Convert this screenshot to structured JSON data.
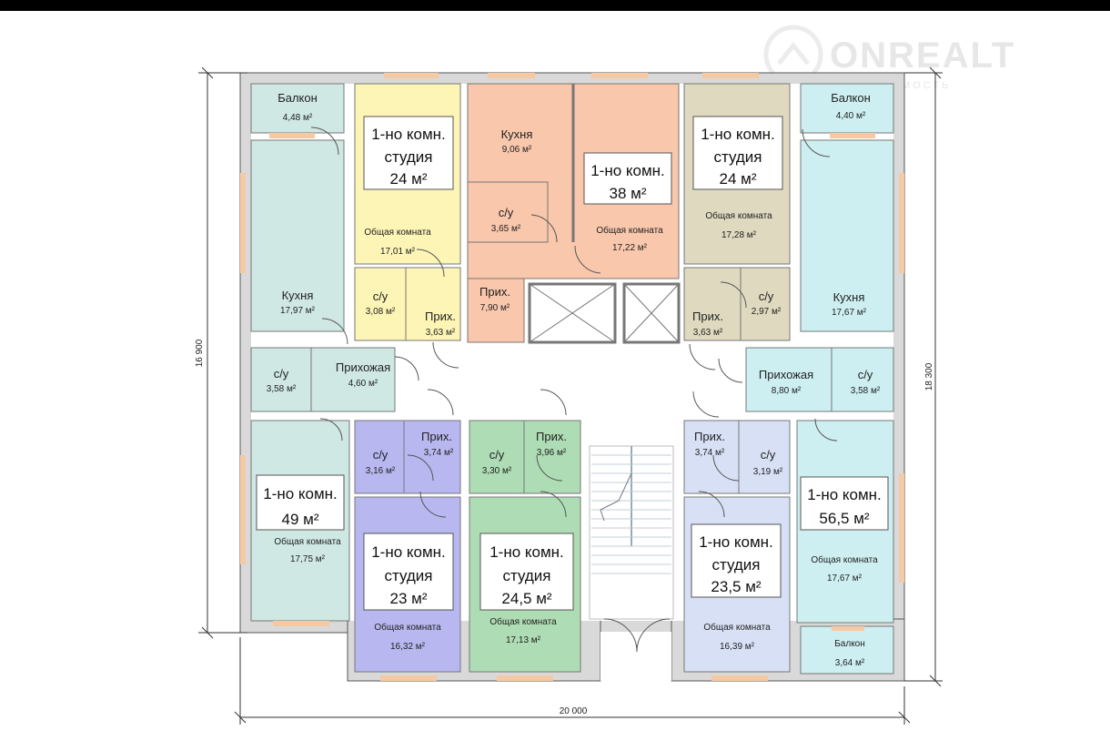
{
  "watermark": {
    "brand": "ONREALT",
    "tagline": "НЕДВИЖИМОСТЬ"
  },
  "colors": {
    "studio_24_left": "#fdf5b6",
    "apt_38": "#f9c7ac",
    "studio_24_right": "#ded9bf",
    "apt_49": "#cfe8e4",
    "apt_56": "#cdeff1",
    "studio_23": "#b8b7f0",
    "studio_24_5": "#aedcb4",
    "studio_23_5": "#d8e0f6",
    "wall": "#d9d9d9"
  },
  "dimensions": {
    "width": "20 000",
    "height_left": "16 900",
    "height_right": "18 300"
  },
  "apartments": [
    {
      "id": "apt-49",
      "title": "1-но комн.",
      "area": "49 м²"
    },
    {
      "id": "apt-24-left",
      "title": "1-но комн.",
      "subtitle": "студия",
      "area": "24 м²"
    },
    {
      "id": "apt-38",
      "title": "1-но комн.",
      "area": "38 м²"
    },
    {
      "id": "apt-24-right",
      "title": "1-но комн.",
      "subtitle": "студия",
      "area": "24 м²"
    },
    {
      "id": "apt-56-5",
      "title": "1-но комн.",
      "area": "56,5 м²"
    },
    {
      "id": "apt-23",
      "title": "1-но комн.",
      "subtitle": "студия",
      "area": "23 м²"
    },
    {
      "id": "apt-24-5",
      "title": "1-но комн.",
      "subtitle": "студия",
      "area": "24,5 м²"
    },
    {
      "id": "apt-23-5",
      "title": "1-но комн.",
      "subtitle": "студия",
      "area": "23,5 м²"
    }
  ],
  "rooms": [
    {
      "name": "Балкон",
      "area": "4,48 м²"
    },
    {
      "name": "Кухня",
      "area": "17,97 м²"
    },
    {
      "name": "с/у",
      "area": "3,58 м²"
    },
    {
      "name": "Прихожая",
      "area": "4,60 м²"
    },
    {
      "name": "Общая комната",
      "area": "17,75 м²"
    },
    {
      "name": "Общая комната",
      "area": "17,01 м²"
    },
    {
      "name": "с/у",
      "area": "3,08 м²"
    },
    {
      "name": "Прих.",
      "area": "3,63 м²"
    },
    {
      "name": "Кухня",
      "area": "9,06 м²"
    },
    {
      "name": "с/у",
      "area": "3,65 м²"
    },
    {
      "name": "Общая комната",
      "area": "17,22 м²"
    },
    {
      "name": "Прих.",
      "area": "7,90 м²"
    },
    {
      "name": "Общая комната",
      "area": "17,28 м²"
    },
    {
      "name": "с/у",
      "area": "2,97 м²"
    },
    {
      "name": "Прих.",
      "area": "3,63 м²"
    },
    {
      "name": "Балкон",
      "area": "4,40 м²"
    },
    {
      "name": "Кухня",
      "area": "17,67 м²"
    },
    {
      "name": "Прихожая",
      "area": "8,80 м²"
    },
    {
      "name": "с/у",
      "area": "3,58 м²"
    },
    {
      "name": "Общая комната",
      "area": "17,67 м²"
    },
    {
      "name": "Балкон",
      "area": "3,64 м²"
    },
    {
      "name": "с/у",
      "area": "3,16 м²"
    },
    {
      "name": "Прих.",
      "area": "3,74 м²"
    },
    {
      "name": "Общая комната",
      "area": "16,32 м²"
    },
    {
      "name": "с/у",
      "area": "3,30 м²"
    },
    {
      "name": "Прих.",
      "area": "3,96 м²"
    },
    {
      "name": "Общая комната",
      "area": "17,13 м²"
    },
    {
      "name": "Прих.",
      "area": "3,74 м²"
    },
    {
      "name": "с/у",
      "area": "3,19 м²"
    },
    {
      "name": "Общая комната",
      "area": "16,39 м²"
    }
  ]
}
